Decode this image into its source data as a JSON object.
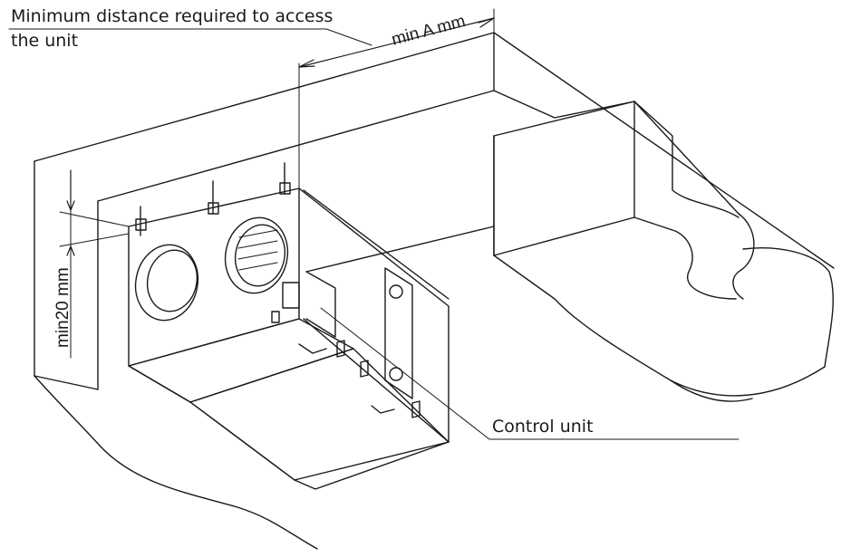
{
  "labels": {
    "access_line1": "Minimum distance required to access",
    "access_line2": "the unit",
    "min_a": "min A mm",
    "min20": "min20 mm",
    "control_unit": "Control unit"
  },
  "colors": {
    "line": "#1a1a1a",
    "background": "#ffffff"
  }
}
